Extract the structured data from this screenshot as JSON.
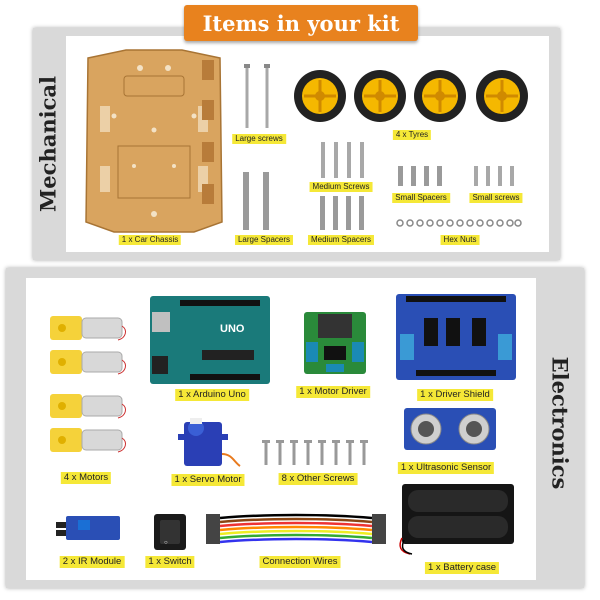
{
  "title": "Items in your kit",
  "mechanical": {
    "heading": "Mechanical",
    "labels": {
      "chassis": "1 x Car Chassis",
      "large_screws": "Large screws",
      "large_spacers": "Large Spacers",
      "tyres": "4 x Tyres",
      "medium_screws": "Medium Screws",
      "medium_spacers": "Medium Spacers",
      "small_spacers": "Small Spacers",
      "small_screws": "Small screws",
      "hex_nuts": "Hex Nuts"
    }
  },
  "electronics": {
    "heading": "Electronics",
    "labels": {
      "motors": "4 x Motors",
      "arduino": "1 x Arduino Uno",
      "motor_driver": "1 x Motor Driver",
      "driver_shield": "1 x Driver Shield",
      "servo": "1 x Servo Motor",
      "other_screws": "8 x Other Screws",
      "ultrasonic": "1 x Ultrasonic Sensor",
      "ir_module": "2 x IR Module",
      "switch": "1 x Switch",
      "wires": "Connection Wires",
      "battery": "1 x Battery case"
    },
    "board_texts": {
      "arduino_logo": "UNO"
    }
  },
  "colors": {
    "banner": "#e8821e",
    "label_bg": "#f5e837",
    "panel": "#d9d9d9",
    "chassis": "#d9a45f",
    "tyre": "#f5b800",
    "arduino": "#1a7a7a",
    "shield": "#2a4fb5"
  }
}
